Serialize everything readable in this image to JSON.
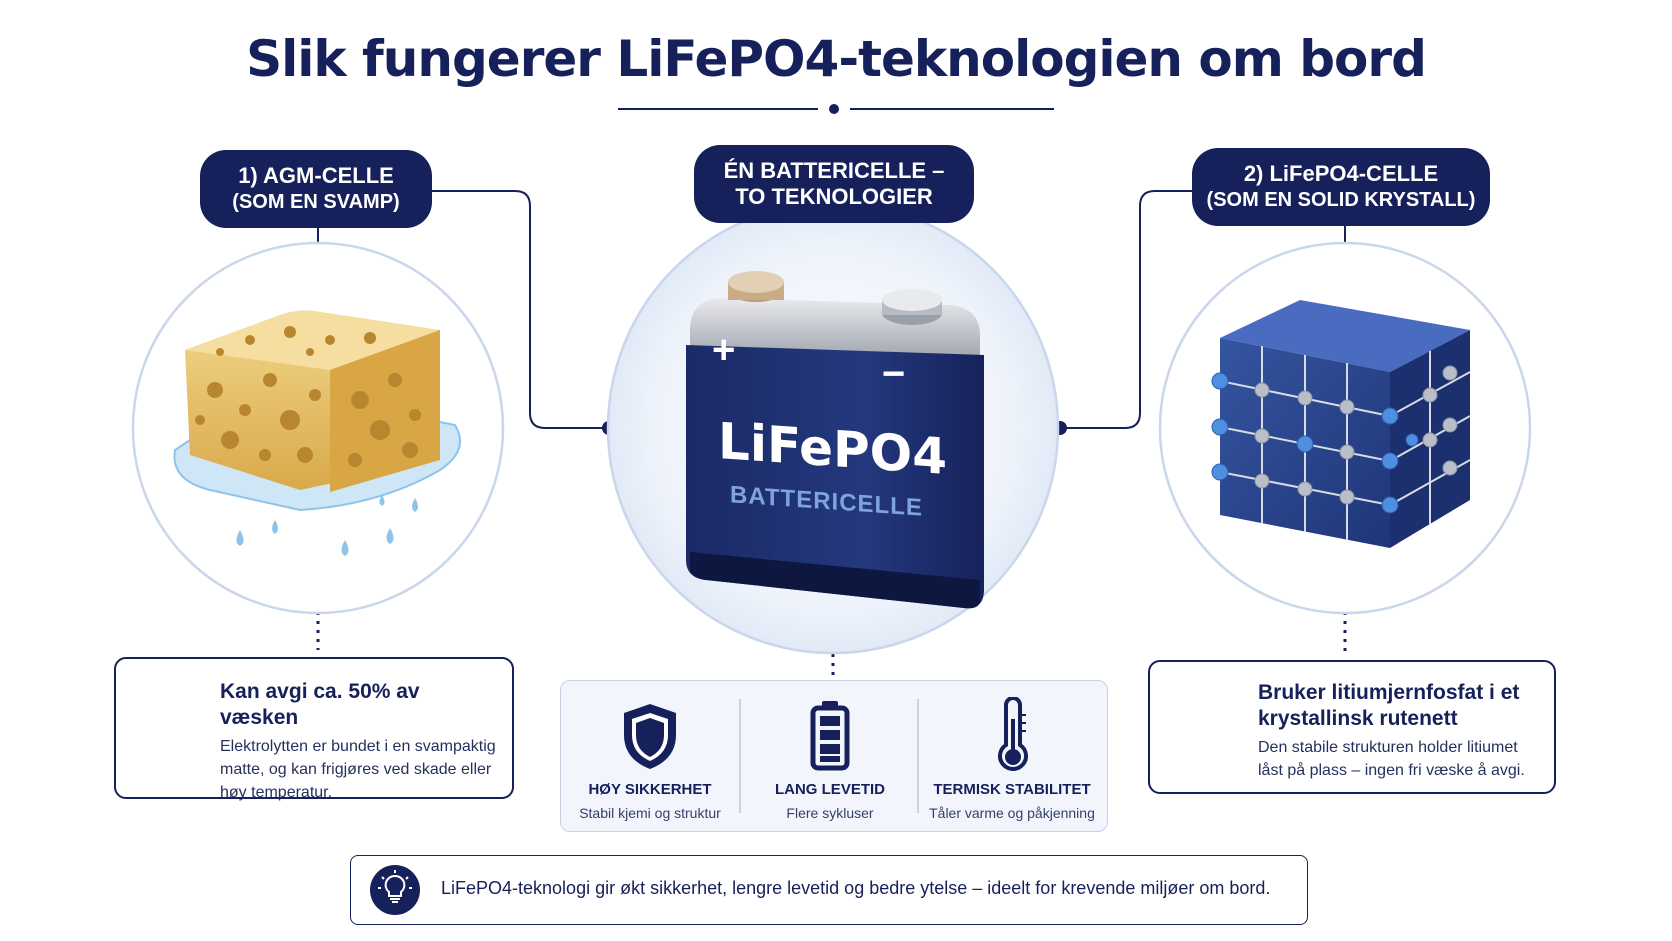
{
  "title": "Slik fungerer LiFePO4-teknologien om bord",
  "left": {
    "pill_line1": "1) AGM-CELLE",
    "pill_line2": "(SOM EN SVAMP)",
    "box_heading": "Kan avgi ca. 50% av væsken",
    "box_text": "Elektrolytten er bundet i en svampaktig matte, og kan frigjøres ved skade eller høy temperatur.",
    "icon": "water-drop-icon"
  },
  "center": {
    "pill_line1": "ÉN BATTERICELLE –",
    "pill_line2": "TO TEKNOLOGIER",
    "battery_label": "LiFePO4",
    "battery_sublabel": "BATTERICELLE",
    "plus_sign": "+",
    "minus_sign": "−",
    "features": [
      {
        "title": "HØY SIKKERHET",
        "subtitle": "Stabil kjemi og struktur",
        "icon": "shield-icon"
      },
      {
        "title": "LANG LEVETID",
        "subtitle": "Flere sykluser",
        "icon": "battery-icon"
      },
      {
        "title": "TERMISK STABILITET",
        "subtitle": "Tåler varme og påkjenning",
        "icon": "thermometer-icon"
      }
    ]
  },
  "right": {
    "pill_line1": "2) LiFePO4-CELLE",
    "pill_line2": "(SOM EN SOLID KRYSTALL)",
    "box_heading": "Bruker litiumjernfosfat i et krystallinsk rutenett",
    "box_text": "Den stabile strukturen holder litiumet låst på plass – ingen fri væske å avgi.",
    "icon": "shield-check-icon"
  },
  "footer": {
    "text": "LiFePO4-teknologi gir økt sikkerhet, lengre levetid og bedre ytelse – ideelt for krevende miljøer om bord.",
    "icon": "lightbulb-icon"
  },
  "colors": {
    "navy": "#16205a",
    "sponge": "#e8c26a",
    "water": "#8fc4ea",
    "crystal": "#2d4a9a",
    "circle_stroke": "#c9d6ec"
  }
}
